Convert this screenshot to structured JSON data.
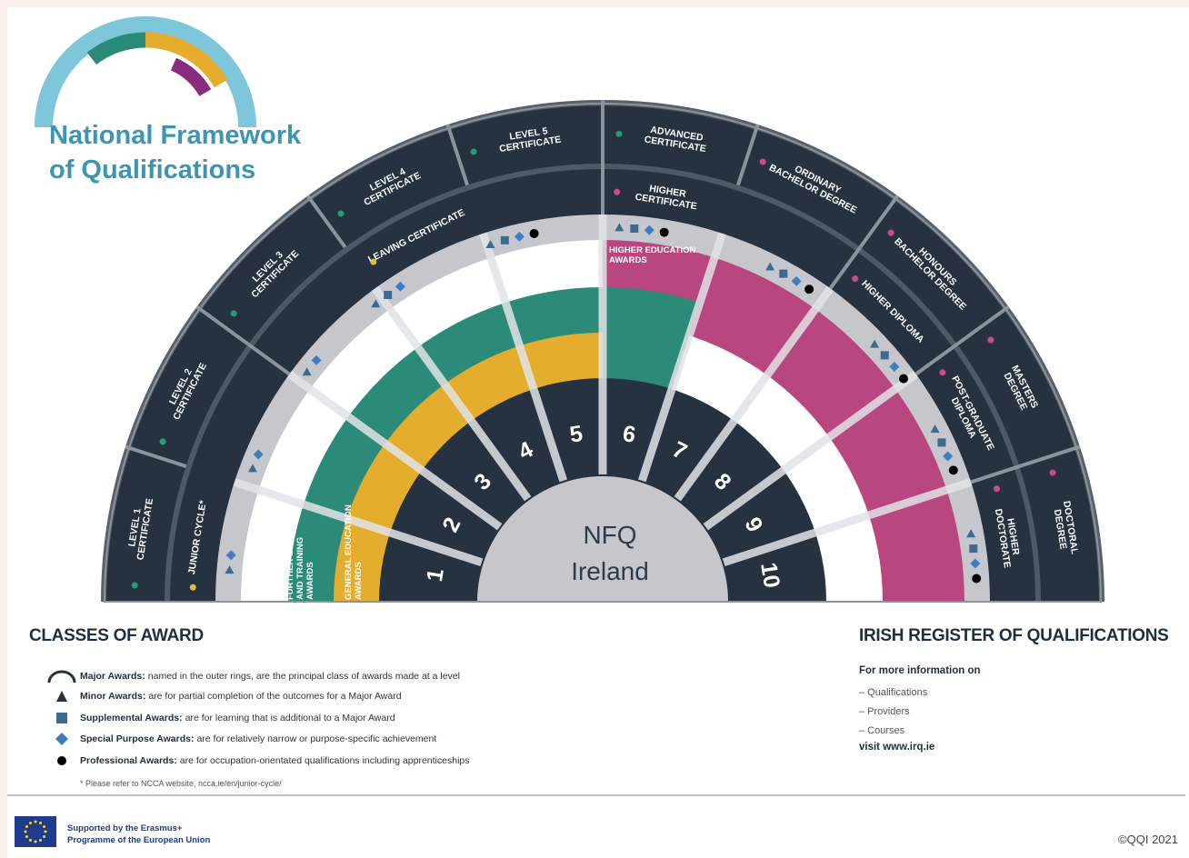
{
  "logo": {
    "line1": "National Framework",
    "line2": "of Qualifications",
    "colors": [
      "#7ec6d9",
      "#2a8a78",
      "#e5ad2b",
      "#8a2b7f"
    ]
  },
  "center": {
    "line1": "NFQ",
    "line2": "Ireland"
  },
  "colors": {
    "dark": "#26323f",
    "grey_band": "#c5c7cd",
    "green": "#2c8a78",
    "gold": "#e4ad2e",
    "magenta": "#b8467f",
    "green_dot": "#2c9a7a",
    "yellow_dot": "#e9b93a",
    "pink_dot": "#d0498c",
    "symbol": "#3d6b8f"
  },
  "levels": [
    "1",
    "2",
    "3",
    "4",
    "5",
    "6",
    "7",
    "8",
    "9",
    "10"
  ],
  "band_labels": {
    "further_education": [
      "FURTHER EDUCATION",
      "AND TRAINING",
      "AWARDS"
    ],
    "general_education": [
      "GENERAL EDUCATION",
      "AWARDS"
    ],
    "higher_education": [
      "HIGHER EDUCATION",
      "AWARDS"
    ]
  },
  "outer_awards": [
    {
      "lines": [
        "LEVEL 1",
        "CERTIFICATE"
      ],
      "dot": "green"
    },
    {
      "lines": [
        "LEVEL 2",
        "CERTIFICATE"
      ],
      "dot": "green"
    },
    {
      "lines": [
        "LEVEL 3",
        "CERTIFICATE"
      ],
      "dot": "green"
    },
    {
      "lines": [
        "LEVEL 4",
        "CERTIFICATE"
      ],
      "dot": "green"
    },
    {
      "lines": [
        "LEVEL 5",
        "CERTIFICATE"
      ],
      "dot": "green"
    },
    {
      "lines": [
        "ADVANCED",
        "CERTIFICATE"
      ],
      "dot": "green"
    },
    {
      "lines": [
        "ORDINARY",
        "BACHELOR DEGREE"
      ],
      "dot": "pink"
    },
    {
      "lines": [
        "HONOURS",
        "BACHELOR DEGREE"
      ],
      "dot": "pink"
    },
    {
      "lines": [
        "MASTERS",
        "DEGREE"
      ],
      "dot": "pink"
    },
    {
      "lines": [
        "DOCTORAL",
        "DEGREE"
      ],
      "dot": "pink"
    }
  ],
  "inner_awards": [
    {
      "lines": [
        "JUNIOR CYCLE*"
      ],
      "dot": "yellow"
    },
    {
      "lines": [
        "LEAVING CERTIFICATE"
      ],
      "dot": "yellow"
    },
    {
      "lines": [
        "HIGHER",
        "CERTIFICATE"
      ],
      "dot": "pink"
    },
    {
      "lines": [
        "HIGHER DIPLOMA"
      ],
      "dot": "pink"
    },
    {
      "lines": [
        "POST-GRADUATE",
        "DIPLOMA"
      ],
      "dot": "pink"
    },
    {
      "lines": [
        "HIGHER",
        "DOCTORATE"
      ],
      "dot": "pink"
    }
  ],
  "classes": {
    "title": "CLASSES OF AWARD",
    "items": [
      {
        "icon": "arc-icon",
        "term": "Major Awards:",
        "desc": "named in the outer rings, are the principal class of awards made at a level"
      },
      {
        "icon": "triangle-icon",
        "term": "Minor Awards:",
        "desc": "are for partial completion of the outcomes for a Major Award"
      },
      {
        "icon": "square-icon",
        "term": "Supplemental Awards:",
        "desc": "are for learning that is additional to a Major Award"
      },
      {
        "icon": "diamond-icon",
        "term": "Special Purpose Awards:",
        "desc": "are for relatively narrow or purpose-specific achievement"
      },
      {
        "icon": "circle-icon",
        "term": "Professional Awards:",
        "desc": "are for occupation-orientated qualifications including apprenticeships"
      }
    ],
    "footnote": "* Please refer to NCCA website, ncca.ie/en/junior-cycle/"
  },
  "register": {
    "title": "IRISH REGISTER OF QUALIFICATIONS",
    "intro": "For more information on",
    "items": [
      "–  Qualifications",
      "–  Providers",
      "–  Courses"
    ],
    "visit": "visit www.irq.ie"
  },
  "footer": {
    "erasmus_line1": "Supported by the Erasmus+",
    "erasmus_line2": "Programme of the European Union",
    "copyright": "©QQI 2021"
  }
}
